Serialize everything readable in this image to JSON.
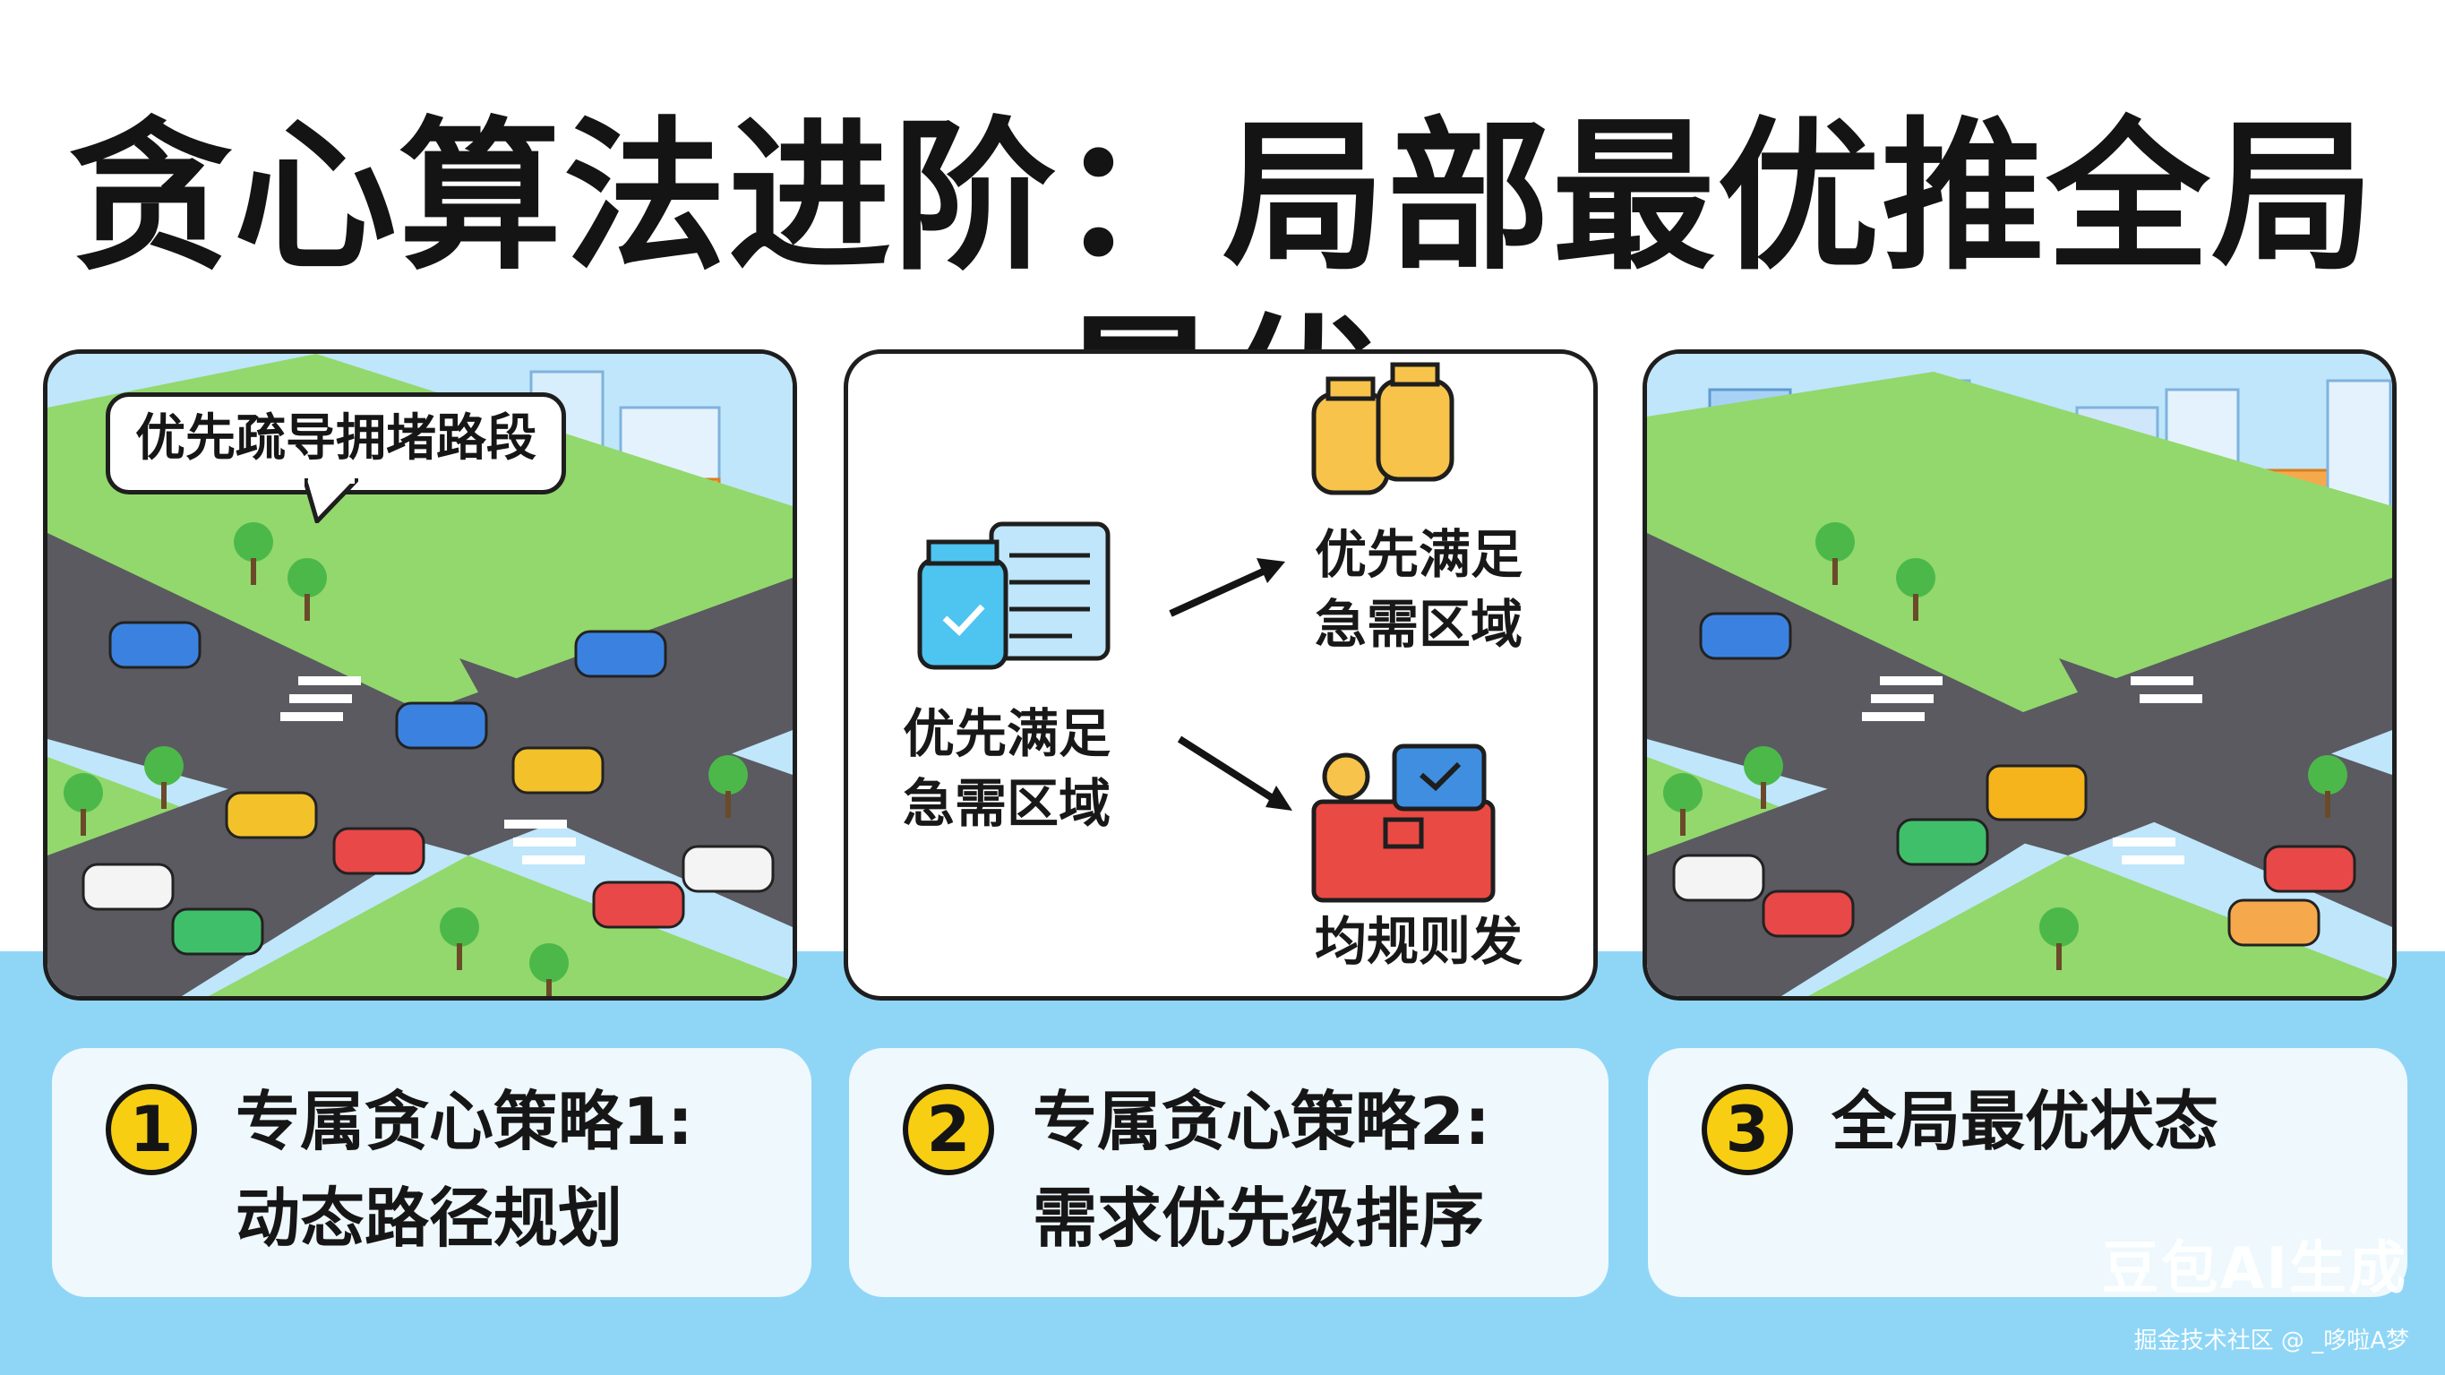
{
  "title": "贪心算法进阶：局部最优推全局最优",
  "panels": {
    "left": {
      "callout": "优先疏导拥堵路段"
    },
    "middle": {
      "source_label_line1": "优先满足",
      "source_label_line2": "急需区域",
      "top_target_line1": "优先满足",
      "top_target_line2": "急需区域",
      "bottom_target": "均规则发"
    }
  },
  "cards": [
    {
      "number": "1",
      "line1": "专属贪心策略1:",
      "line2": "动态路径规划"
    },
    {
      "number": "2",
      "line1": "专属贪心策略2:",
      "line2": "需求优先级排序"
    },
    {
      "number": "3",
      "line1": "全局最优状态",
      "line2": ""
    }
  ],
  "watermark": {
    "brand": "豆包AI生成",
    "credit": "掘金技术社区 @ _哆啦A梦"
  },
  "colors": {
    "accent_yellow": "#f7ce12",
    "sky_band": "#8fd6f6",
    "road": "#59595f",
    "grass": "#8ed86a",
    "card_bg": "#eef8fd"
  }
}
